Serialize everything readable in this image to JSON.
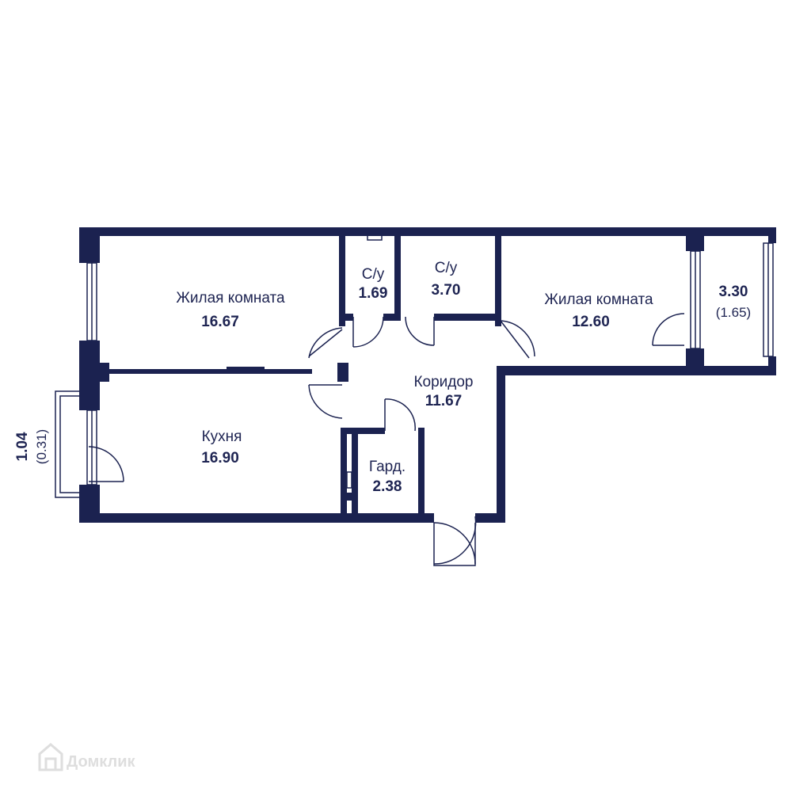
{
  "colors": {
    "wall": "#1b2250",
    "text": "#1e2452",
    "watermark": "#dedede"
  },
  "rooms": {
    "living_room_1": {
      "name": "Жилая комната",
      "area": "16.67"
    },
    "bathroom_1": {
      "name": "С/у",
      "area": "1.69"
    },
    "bathroom_2": {
      "name": "С/у",
      "area": "3.70"
    },
    "living_room_2": {
      "name": "Жилая комната",
      "area": "12.60"
    },
    "corridor": {
      "name": "Коридор",
      "area": "11.67"
    },
    "kitchen": {
      "name": "Кухня",
      "area": "16.90"
    },
    "wardrobe": {
      "name": "Гард.",
      "area": "2.38"
    }
  },
  "balconies": {
    "right": {
      "area": "3.30",
      "reduced_area": "(1.65)"
    },
    "left": {
      "area": "1.04",
      "reduced_area": "(0.31)"
    }
  },
  "watermark": {
    "text": "Домклик",
    "icon": "house-logo-icon"
  }
}
